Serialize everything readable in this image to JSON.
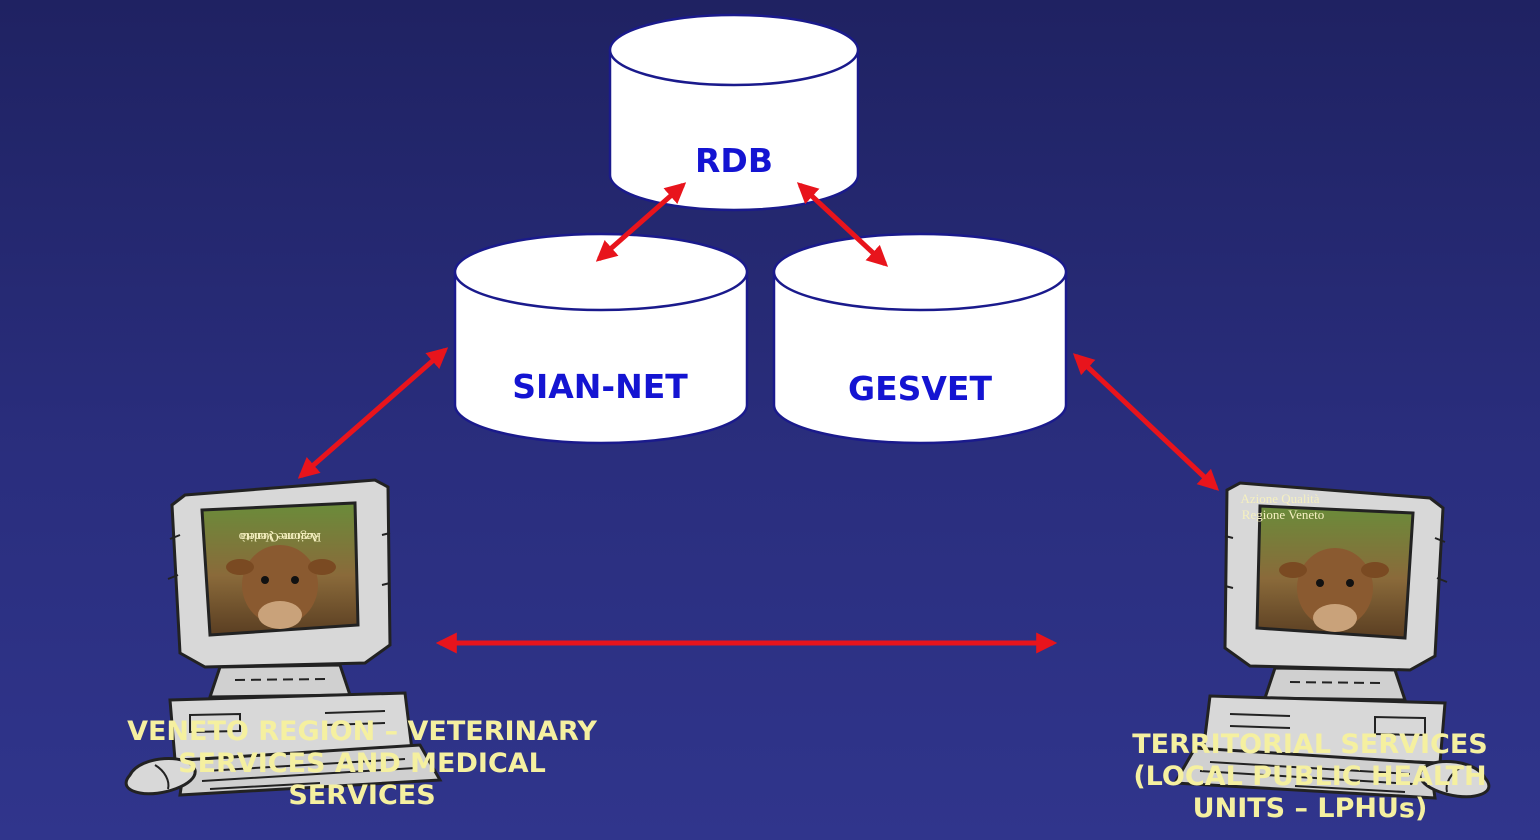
{
  "databases": {
    "rdb": "RDB",
    "sian_net": "SIAN-NET",
    "gesvet": "GESVET"
  },
  "computers": {
    "left": {
      "caption_line1": "VENETO REGION – VETERINARY",
      "caption_line2": "SERVICES AND MEDICAL",
      "caption_line3": "SERVICES",
      "screen_text_line1": "Azione Qualità",
      "screen_text_line2": "Regione Veneto"
    },
    "right": {
      "caption_line1": "TERRITORIAL SERVICES",
      "caption_line2": "(LOCAL PUBLIC HEALTH",
      "caption_line3": "UNITS – LPHUs)",
      "screen_text_line1": "Azione Qualità",
      "screen_text_line2": "Regione Veneto"
    }
  },
  "colors": {
    "background": "#262a74",
    "cylinder_fill": "#ffffff",
    "cylinder_stroke": "#1a1a8c",
    "db_label": "#1414d2",
    "arrow": "#e8141c",
    "caption": "#f5f0a0"
  }
}
